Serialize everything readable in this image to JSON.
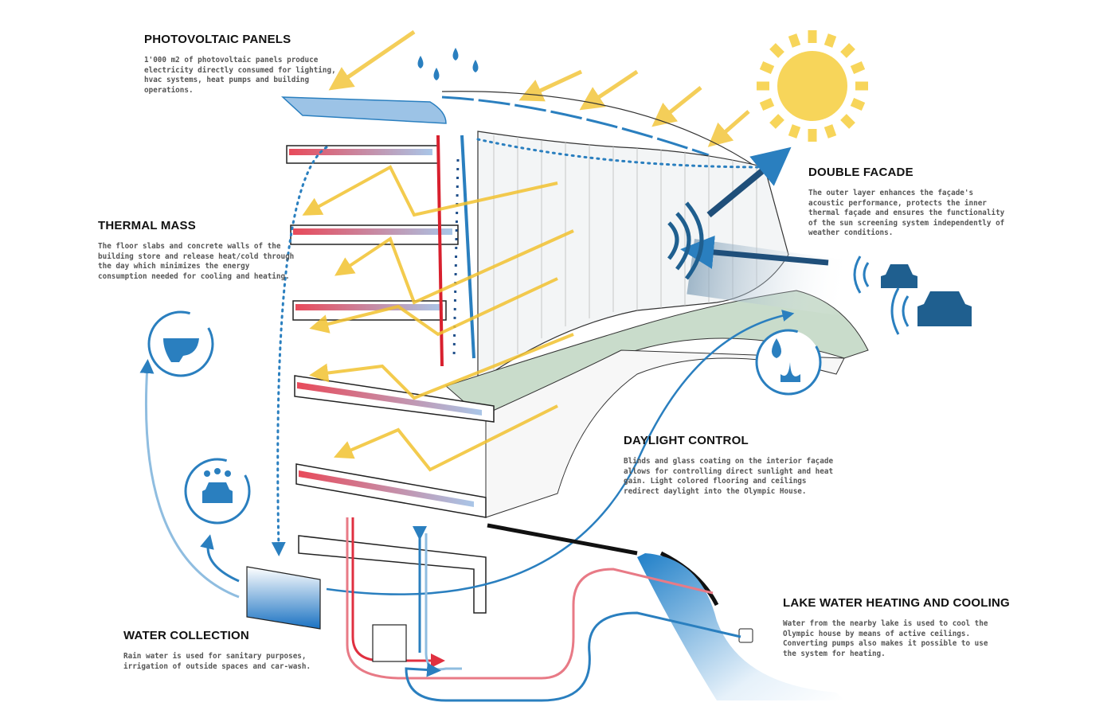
{
  "sections": {
    "photovoltaic": {
      "title": "PHOTOVOLTAIC PANELS",
      "text": "1'000 m2 of photovoltaic panels produce\nelectricity directly consumed for lighting,\nhvac systems, heat pumps and building\noperations."
    },
    "thermal_mass": {
      "title": "THERMAL MASS",
      "text": "The floor slabs and concrete walls of the\nbuilding store and release heat/cold through\nthe day which minimizes the energy\nconsumption needed for cooling and heating."
    },
    "double_facade": {
      "title": "DOUBLE FACADE",
      "text": "The outer layer enhances the façade's\nacoustic performance, protects the inner\nthermal façade and ensures the functionality\nof the sun screening system independently of\nweather conditions."
    },
    "daylight": {
      "title": "DAYLIGHT CONTROL",
      "text": "Blinds and glass coating on the interior façade\nallows for controlling direct sunlight and heat\ngain. Light colored flooring and ceilings\nredirect daylight into the Olympic House."
    },
    "water_collection": {
      "title": "WATER COLLECTION",
      "text": "Rain water is used for sanitary purposes,\nirrigation of outside spaces and car-wash."
    },
    "lake_water": {
      "title": "LAKE WATER HEATING AND COOLING",
      "text": "Water from the nearby lake is used to cool the\nOlympic house by means of active ceilings.\nConverting pumps also makes it possible to use\nthe system for heating."
    }
  },
  "colors": {
    "sun": "#f7d55a",
    "blue": "#2a7fbf",
    "dark_blue": "#1f5f8f",
    "red": "#e03040",
    "green_roof": "#c9dccb"
  }
}
